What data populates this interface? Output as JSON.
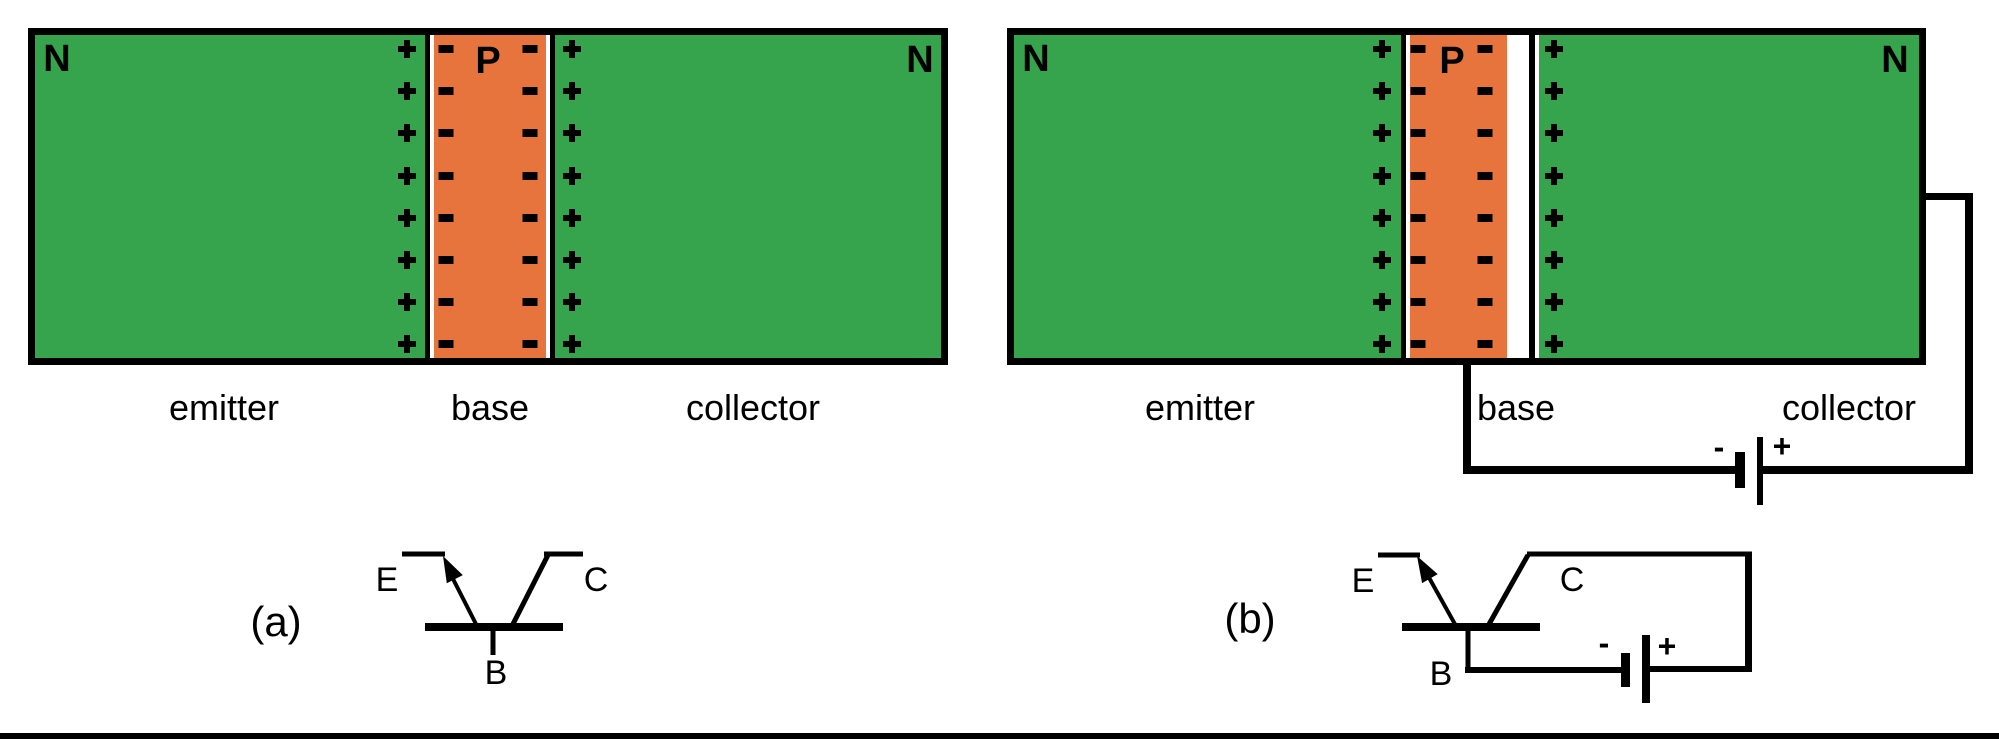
{
  "colors": {
    "n_region": "#36A44C",
    "p_region": "#E8743D",
    "line": "#000000",
    "background": "#FFFFFF"
  },
  "diagram_a": {
    "caption": "(a)",
    "regions": {
      "emitter_type": "N",
      "base_type": "P",
      "collector_type": "N"
    },
    "terminals": {
      "emitter": "emitter",
      "base": "base",
      "collector": "collector"
    },
    "charges": {
      "rows": 8,
      "columns": [
        {
          "location": "emitter-junction-edge",
          "polarity": "plus",
          "symbol": "+"
        },
        {
          "location": "base-left-edge",
          "polarity": "minus",
          "symbol": "-"
        },
        {
          "location": "base-right-edge",
          "polarity": "minus",
          "symbol": "-"
        },
        {
          "location": "collector-junction-edge",
          "polarity": "plus",
          "symbol": "+"
        }
      ]
    },
    "schematic": {
      "emitter": "E",
      "base": "B",
      "collector": "C"
    }
  },
  "diagram_b": {
    "caption": "(b)",
    "regions": {
      "emitter_type": "N",
      "base_type": "P",
      "collector_type": "N"
    },
    "terminals": {
      "emitter": "emitter",
      "base": "base",
      "collector": "collector"
    },
    "charges": {
      "rows": 8,
      "columns": [
        {
          "location": "emitter-junction-edge",
          "polarity": "plus",
          "symbol": "+"
        },
        {
          "location": "base-left-edge",
          "polarity": "minus",
          "symbol": "-"
        },
        {
          "location": "base-right-edge",
          "polarity": "minus",
          "symbol": "-"
        },
        {
          "location": "collector-junction-edge",
          "polarity": "plus",
          "symbol": "+"
        }
      ]
    },
    "block_battery": {
      "minus": "-",
      "plus": "+"
    },
    "schematic": {
      "emitter": "E",
      "base": "B",
      "collector": "C",
      "battery_minus": "-",
      "battery_plus": "+"
    }
  }
}
